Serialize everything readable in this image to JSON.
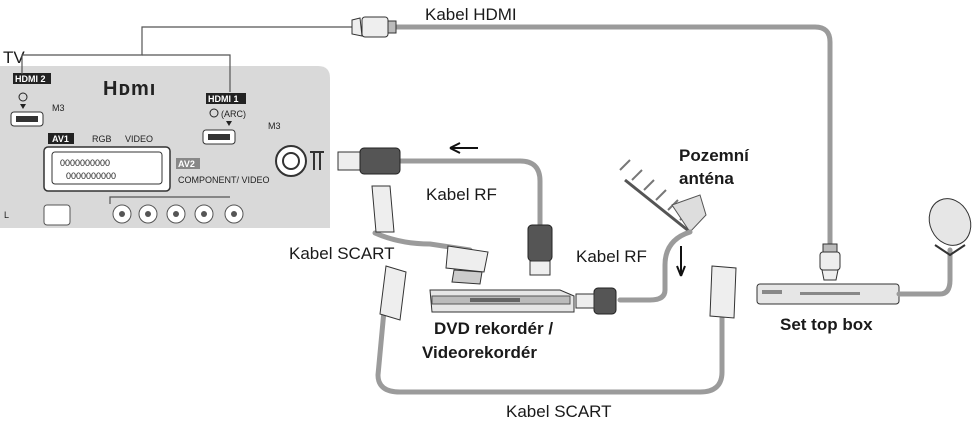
{
  "labels": {
    "tv": "TV",
    "hdmi_cable": "Kabel HDMI",
    "rf_cable_tv": "Kabel RF",
    "rf_cable_antenna": "Kabel RF",
    "scart_cable_tv": "Kabel SCART",
    "scart_cable_bottom": "Kabel SCART",
    "antenna_line1": "Pozemní",
    "antenna_line2": "anténa",
    "dvd_line1": "DVD rekordér /",
    "dvd_line2": "Videorekordér",
    "set_top_box": "Set top box"
  },
  "tv_panel": {
    "hdmi_logo": "Hᴅmı",
    "hdmi2_port": "HDMI 2",
    "hdmi1_port": "HDMI 1",
    "arc": "(ARC)",
    "m3_1": "M3",
    "m3_2": "M3",
    "av1": "AV1",
    "rgb": "RGB",
    "video": "VIDEO",
    "av2": "AV2",
    "component_video": "COMPONENT/ VIDEO",
    "audio_l": "L"
  },
  "colors": {
    "cable": "#9b9b9b",
    "tv_panel": "#d9d9d9",
    "device_body": "#e6e6e6"
  }
}
